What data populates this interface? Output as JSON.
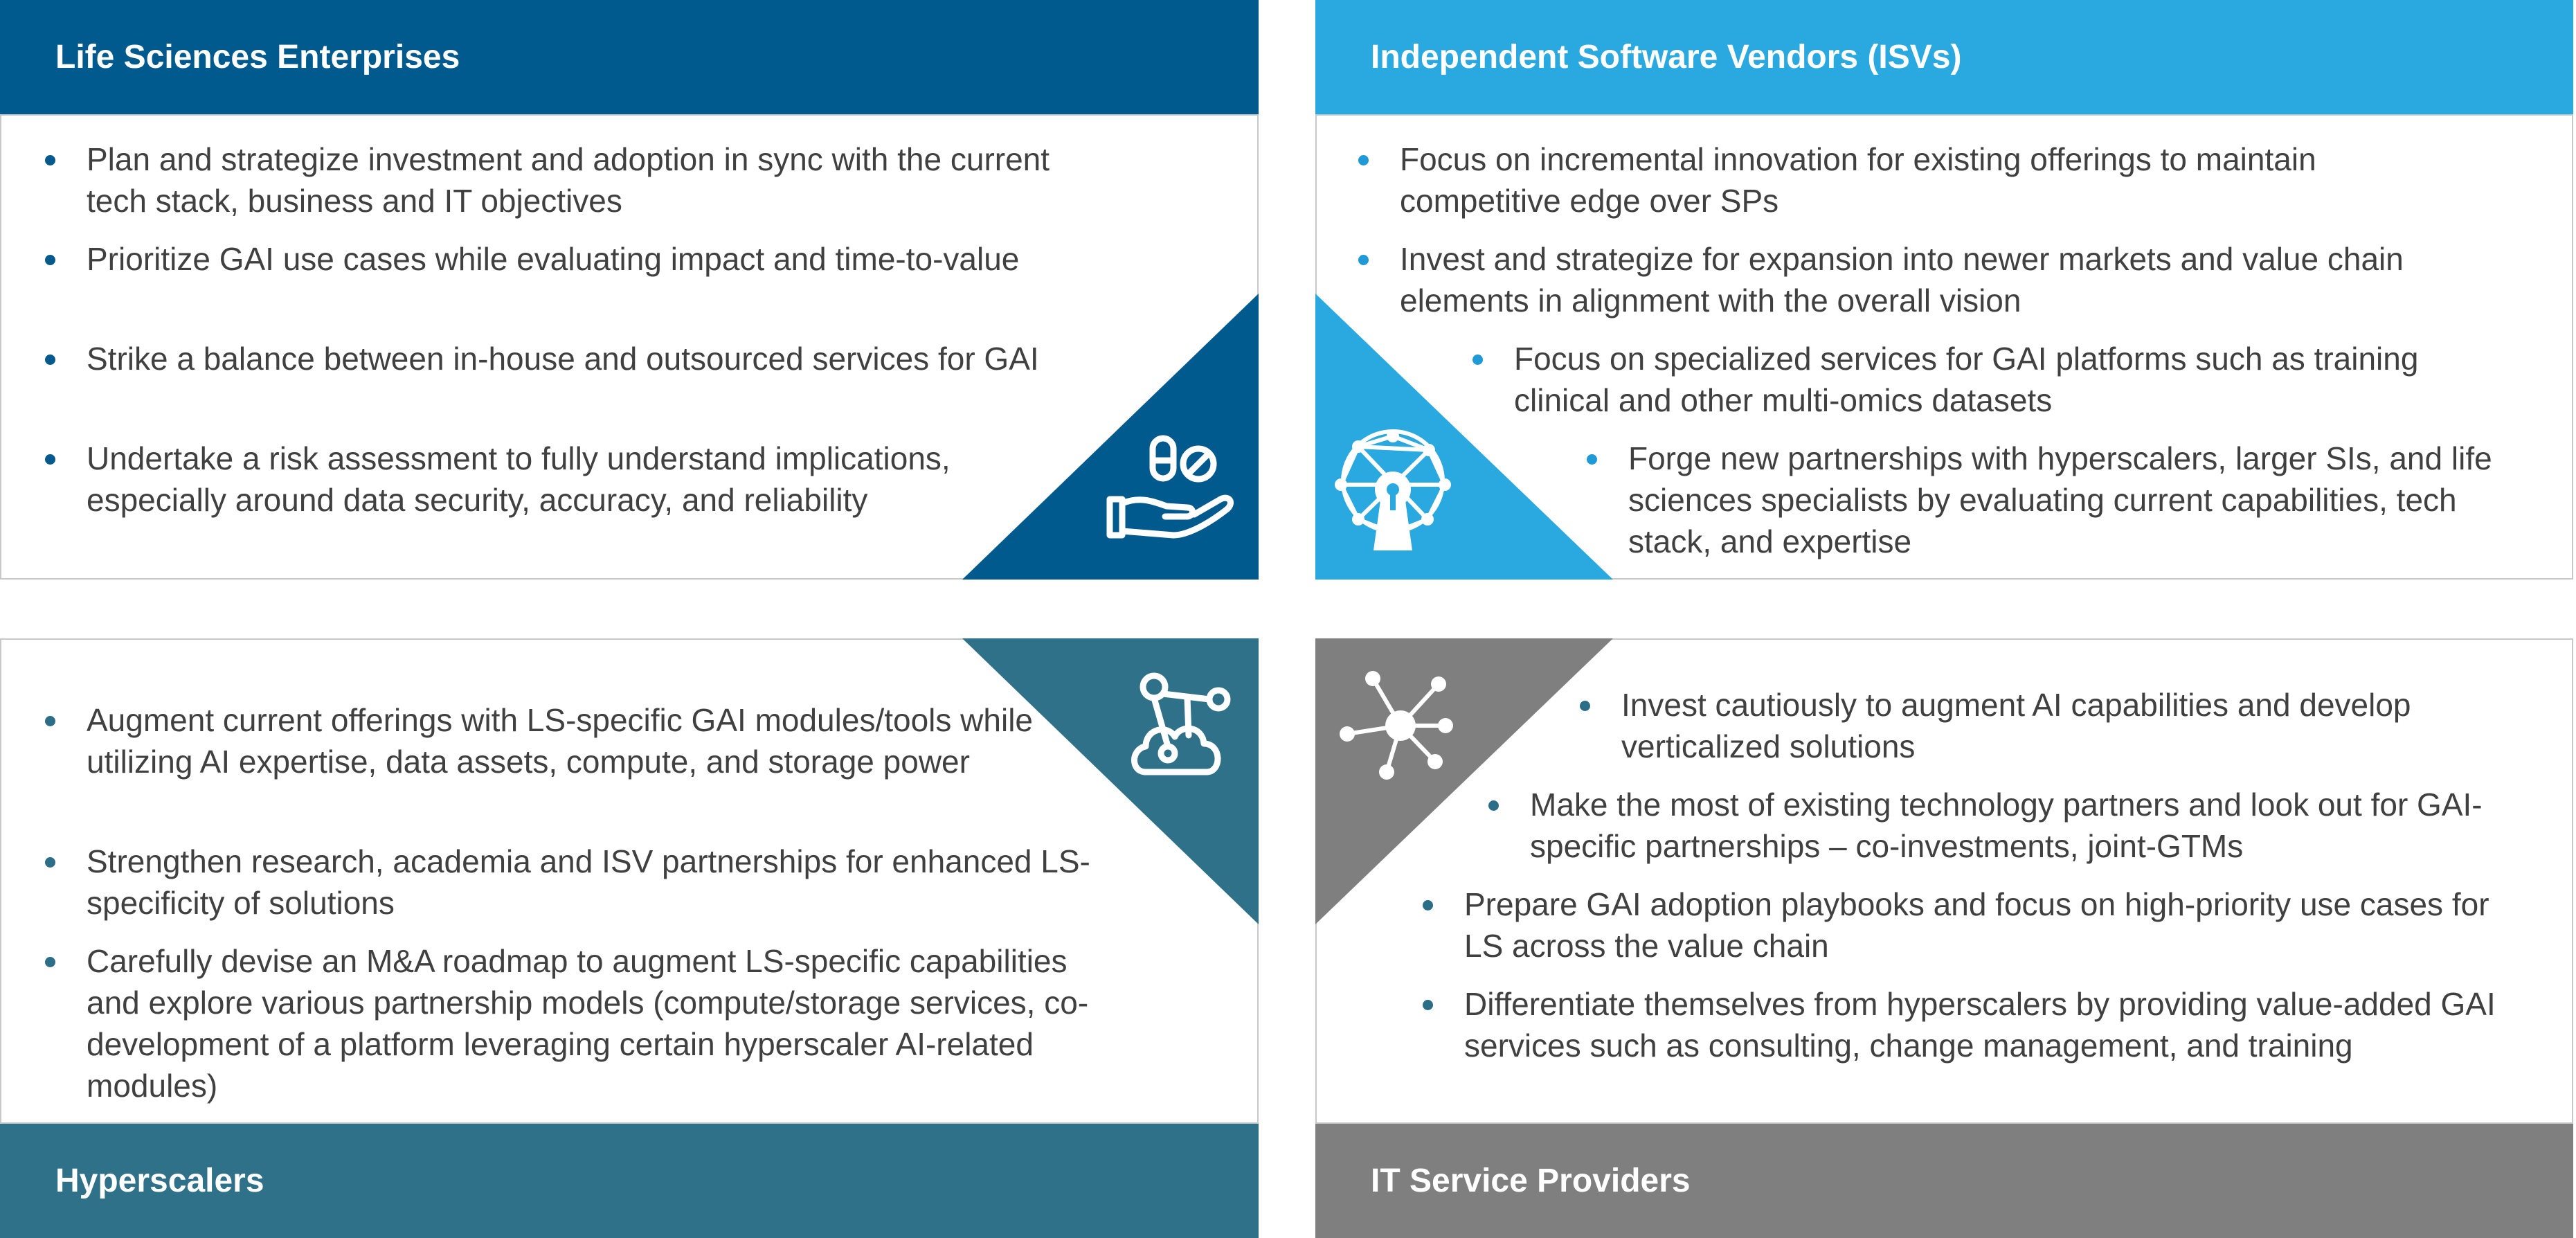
{
  "quadrants": {
    "lse": {
      "title": "Life Sciences Enterprises",
      "color": "#005a8e",
      "icon": "hand-pills-icon",
      "bullets": [
        "Plan and strategize investment and adoption in sync with the current tech stack, business and IT objectives",
        "Prioritize GAI use cases while evaluating impact and time-to-value",
        "Strike a balance between in-house and outsourced services for GAI",
        "Undertake a risk assessment to fully understand implications, especially around data security, accuracy, and reliability"
      ]
    },
    "isv": {
      "title": "Independent Software Vendors (ISVs)",
      "color": "#2aa8e0",
      "icon": "network-keyhole-icon",
      "bullets": [
        "Focus on incremental innovation for existing offerings to maintain competitive edge over SPs",
        "Invest and strategize for expansion into newer markets and value chain elements in alignment with the overall vision",
        "Focus on specialized services for GAI platforms such as training clinical and other multi-omics datasets",
        "Forge new partnerships with hyperscalers, larger SIs, and life sciences specialists by evaluating current capabilities, tech stack, and expertise"
      ]
    },
    "hyperscalers": {
      "title": "Hyperscalers",
      "color": "#2e7189",
      "icon": "cloud-network-icon",
      "bullets": [
        "Augment current offerings with LS-specific GAI modules/tools while utilizing AI expertise, data assets, compute, and storage power",
        "Strengthen research, academia and ISV partnerships for enhanced LS-specificity of solutions",
        "Carefully devise an M&A roadmap to augment LS-specific capabilities and explore various partnership models (compute/storage services, co-development of a platform leveraging certain hyperscaler AI-related modules)"
      ]
    },
    "itsp": {
      "title": "IT Service Providers",
      "color": "#7f7f7f",
      "icon": "hub-network-icon",
      "bullets": [
        "Invest cautiously to augment AI capabilities and develop verticalized solutions",
        "Make the most of existing technology partners and look out for GAI-specific partnerships – co-investments, joint-GTMs",
        "Prepare GAI adoption playbooks and focus on high-priority use cases for LS across the value chain",
        "Differentiate themselves from hyperscalers by providing value-added GAI services such as consulting, change management, and training"
      ]
    }
  }
}
